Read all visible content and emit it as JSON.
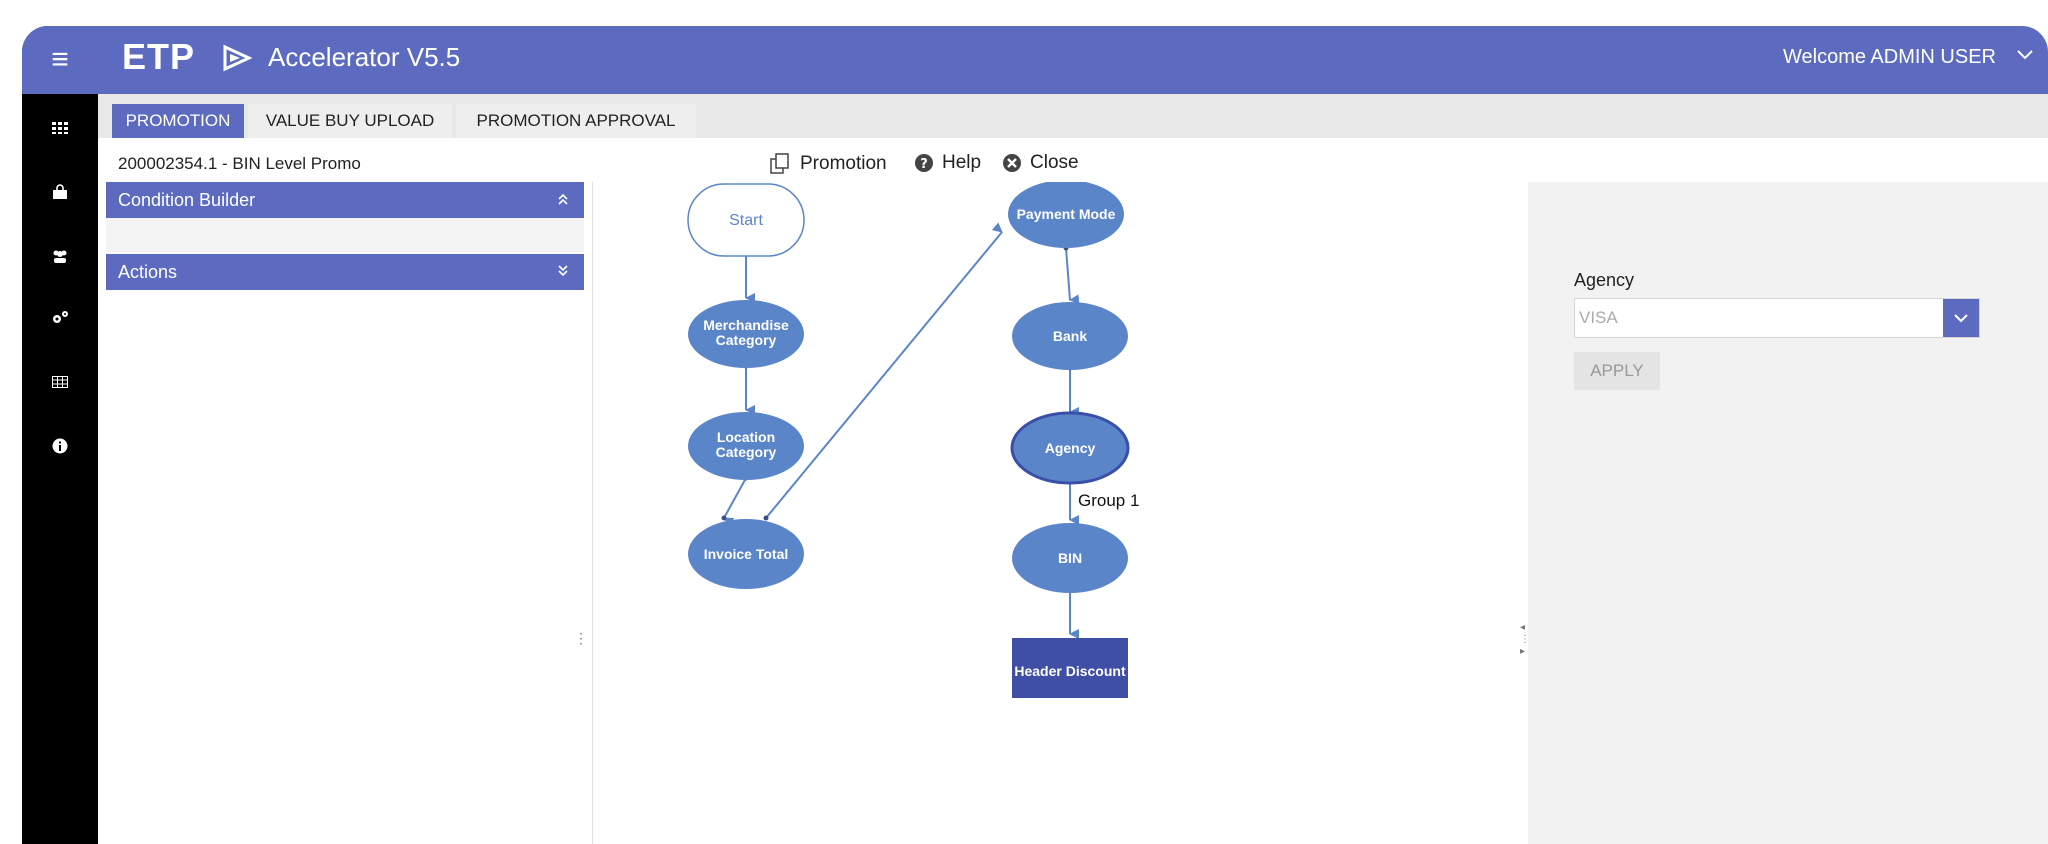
{
  "header": {
    "logo": "ETP",
    "app_title": "Accelerator V5.5",
    "welcome": "Welcome ADMIN USER"
  },
  "nav_icons": [
    "menu-icon",
    "apps-grid-icon",
    "shopping-bag-icon",
    "users-icon",
    "settings-gears-icon",
    "table-icon",
    "info-icon"
  ],
  "tabs": [
    "PROMOTION",
    "VALUE BUY UPLOAD",
    "PROMOTION APPROVAL"
  ],
  "promo": {
    "title": "200002354.1 - BIN Level Promo"
  },
  "toolbar": {
    "promotion": "Promotion",
    "help": "Help",
    "close": "Close"
  },
  "left_panel": {
    "condition_builder": "Condition Builder",
    "actions": "Actions"
  },
  "flow": {
    "nodes": {
      "start": "Start",
      "merch": [
        "Merchandise",
        "Category"
      ],
      "loc": [
        "Location",
        "Category"
      ],
      "invoice": "Invoice Total",
      "payment": "Payment Mode",
      "bank": "Bank",
      "agency": "Agency",
      "bin": "BIN",
      "header": "Header Discount"
    },
    "group_label": "Group 1"
  },
  "right_panel": {
    "field_label": "Agency",
    "select_value": "VISA",
    "apply": "APPLY"
  },
  "colors": {
    "primary": "#5c6bc0",
    "node": "#5b85c9",
    "node_dark": "#3a50a8",
    "header_node": "#3f4fa6"
  }
}
